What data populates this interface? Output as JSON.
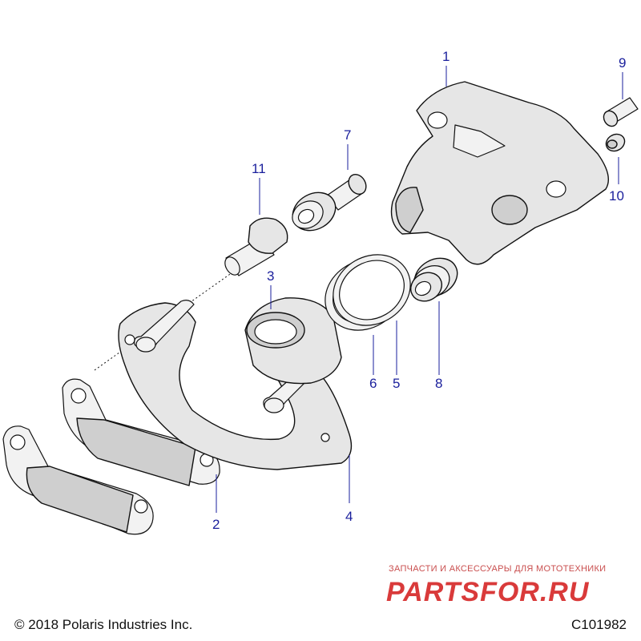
{
  "callouts": [
    "1",
    "2",
    "3",
    "4",
    "5",
    "6",
    "7",
    "8",
    "9",
    "10",
    "11"
  ],
  "footer": {
    "copyright": "© 2018 Polaris Industries Inc.",
    "drawing_id": "C101982"
  },
  "watermark": {
    "tagline": "ЗАПЧАСТИ И АКСЕССУАРЫ ДЛЯ МОТОТЕХНИКИ",
    "logo": "PARTSFOR.RU"
  }
}
